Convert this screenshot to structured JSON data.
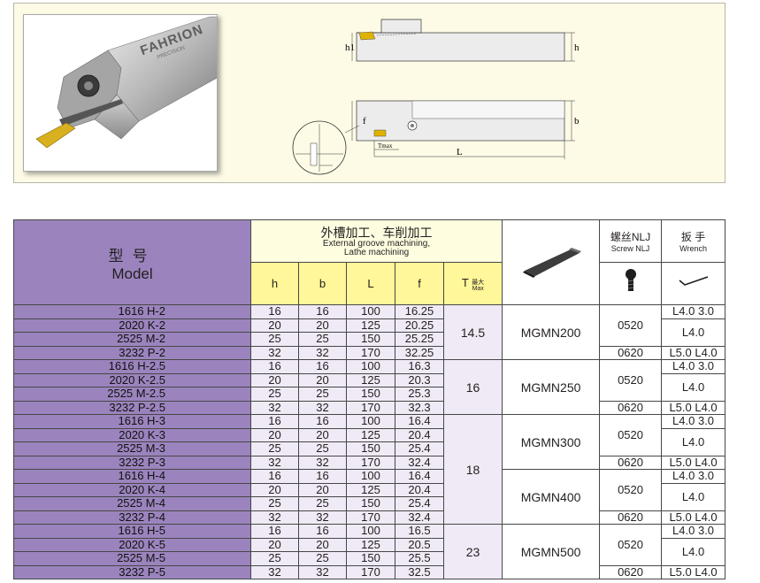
{
  "figure": {
    "brand_text": "FAHRION",
    "brand_sub": "PRECISION",
    "labels": {
      "h1": "h1",
      "h": "h",
      "f": "f",
      "b": "b",
      "tmax": "Tmax",
      "L": "L"
    }
  },
  "header": {
    "model_cn": "型号",
    "model_en": "Model",
    "ext_cn": "外槽加工、车削加工",
    "ext_en_1": "External groove machining,",
    "ext_en_2": "Lathe machining",
    "col_h": "h",
    "col_b": "b",
    "col_L": "L",
    "col_f": "f",
    "col_T": "T",
    "col_T_sub_cn": "最大",
    "col_T_sub_en": "Max",
    "screw_cn": "螺丝NLJ",
    "screw_en": "Screw NLJ",
    "wrench_cn": "扳 手",
    "wrench_en": "Wrench"
  },
  "rows": [
    {
      "model": "1616 H-2",
      "h": "16",
      "b": "16",
      "L": "100",
      "f": "16.25"
    },
    {
      "model": "2020 K-2",
      "h": "20",
      "b": "20",
      "L": "125",
      "f": "20.25"
    },
    {
      "model": "2525 M-2",
      "h": "25",
      "b": "25",
      "L": "150",
      "f": "25.25"
    },
    {
      "model": "3232 P-2",
      "h": "32",
      "b": "32",
      "L": "170",
      "f": "32.25"
    },
    {
      "model": "1616 H-2.5",
      "h": "16",
      "b": "16",
      "L": "100",
      "f": "16.3"
    },
    {
      "model": "2020 K-2.5",
      "h": "20",
      "b": "20",
      "L": "125",
      "f": "20.3"
    },
    {
      "model": "2525 M-2.5",
      "h": "25",
      "b": "25",
      "L": "150",
      "f": "25.3"
    },
    {
      "model": "3232 P-2.5",
      "h": "32",
      "b": "32",
      "L": "170",
      "f": "32.3"
    },
    {
      "model": "1616 H-3",
      "h": "16",
      "b": "16",
      "L": "100",
      "f": "16.4"
    },
    {
      "model": "2020 K-3",
      "h": "20",
      "b": "20",
      "L": "125",
      "f": "20.4"
    },
    {
      "model": "2525 M-3",
      "h": "25",
      "b": "25",
      "L": "150",
      "f": "25.4"
    },
    {
      "model": "3232 P-3",
      "h": "32",
      "b": "32",
      "L": "170",
      "f": "32.4"
    },
    {
      "model": "1616 H-4",
      "h": "16",
      "b": "16",
      "L": "100",
      "f": "16.4"
    },
    {
      "model": "2020 K-4",
      "h": "20",
      "b": "20",
      "L": "125",
      "f": "20.4"
    },
    {
      "model": "2525 M-4",
      "h": "25",
      "b": "25",
      "L": "150",
      "f": "25.4"
    },
    {
      "model": "3232 P-4",
      "h": "32",
      "b": "32",
      "L": "170",
      "f": "32.4"
    },
    {
      "model": "1616 H-5",
      "h": "16",
      "b": "16",
      "L": "100",
      "f": "16.5"
    },
    {
      "model": "2020 K-5",
      "h": "20",
      "b": "20",
      "L": "125",
      "f": "20.5"
    },
    {
      "model": "2525 M-5",
      "h": "25",
      "b": "25",
      "L": "150",
      "f": "25.5"
    },
    {
      "model": "3232 P-5",
      "h": "32",
      "b": "32",
      "L": "170",
      "f": "32.5"
    }
  ],
  "t_groups": [
    "14.5",
    "16",
    "18",
    "23"
  ],
  "inserts": [
    "MGMN200",
    "MGMN250",
    "MGMN300",
    "MGMN400",
    "MGMN500"
  ],
  "screws": {
    "small": "0520",
    "large": "0620"
  },
  "wrenches": {
    "w1": "L4.0 3.0",
    "w2": "L4.0",
    "w3": "L5.0 L4.0"
  }
}
